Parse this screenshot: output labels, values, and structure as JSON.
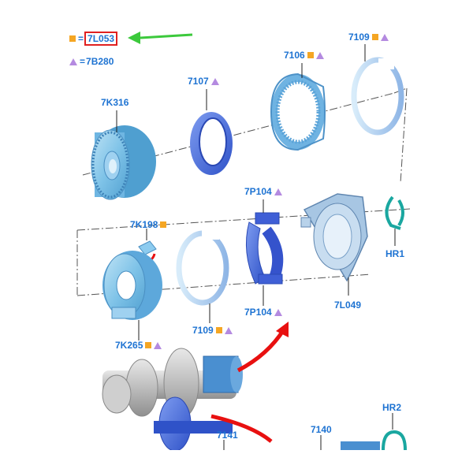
{
  "legend": {
    "square_code": "7L053",
    "triangle_code": "7B280",
    "equals": "="
  },
  "colors": {
    "label": "#1e73d2",
    "square": "#f5a623",
    "triangle": "#b48ae0",
    "highlight_box": "#e02020",
    "pointer_arrow": "#3cc93c",
    "callout_arrow": "#e81010"
  },
  "labels": {
    "p7k316": "7K316",
    "p7107": "7107",
    "p7106": "7106",
    "p7109_top": "7109",
    "p7p104_top": "7P104",
    "p7k198": "7K198",
    "p7109_mid": "7109",
    "p7p104_bot": "7P104",
    "p7l049": "7L049",
    "hr1": "HR1",
    "p7k265": "7K265",
    "p7141": "7141",
    "p7140": "7140",
    "hr2": "HR2"
  }
}
